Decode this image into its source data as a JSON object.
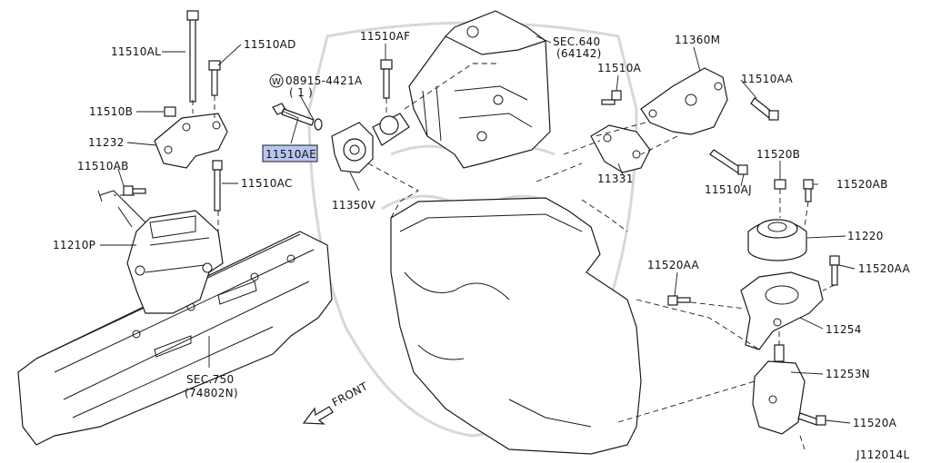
{
  "labels": {
    "p11510AL": "11510AL",
    "p11510AD": "11510AD",
    "p11510B": "11510B",
    "p11232": "11232",
    "p11510AB": "11510AB",
    "p11510AC": "11510AC",
    "p11210P": "11210P",
    "p11510AF": "11510AF",
    "washer_code": "08915-4421A",
    "washer_qty": "( 1 )",
    "washer_symbol": "W",
    "p11510AE": "11510AE",
    "p11350V": "11350V",
    "sec640": "SEC.640",
    "sec640_sub": "(64142)",
    "p11360M": "11360M",
    "p11510A": "11510A",
    "p11510AA_top": "11510AA",
    "p11331": "11331",
    "p11510AJ": "11510AJ",
    "p11520B": "11520B",
    "p11520AB": "11520AB",
    "p11220": "11220",
    "p11520AA_left": "11520AA",
    "p11520AA_right": "11520AA",
    "p11254": "11254",
    "p11253N": "11253N",
    "p11520A": "11520A",
    "sec750": "SEC.750",
    "sec750_sub": "(74802N)",
    "front": "FRONT",
    "diagram_id": "J112014L"
  },
  "colors": {
    "highlight": "#b8c6f0",
    "line": "#1a1a1a",
    "watermark": "#d8d8d8"
  }
}
